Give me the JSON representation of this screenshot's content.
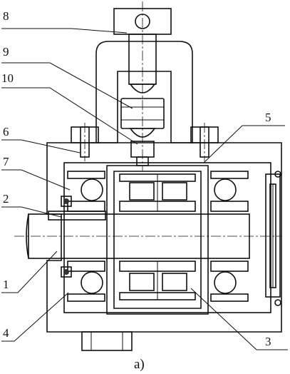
{
  "figure": {
    "caption": "a)",
    "labels": {
      "l1": "1",
      "l2": "2",
      "l3": "3",
      "l4": "4",
      "l5": "5",
      "l6": "6",
      "l7": "7",
      "l8": "8",
      "l9": "9",
      "l10": "10"
    }
  },
  "colors": {
    "ink": "#111111",
    "paper": "#ffffff"
  }
}
